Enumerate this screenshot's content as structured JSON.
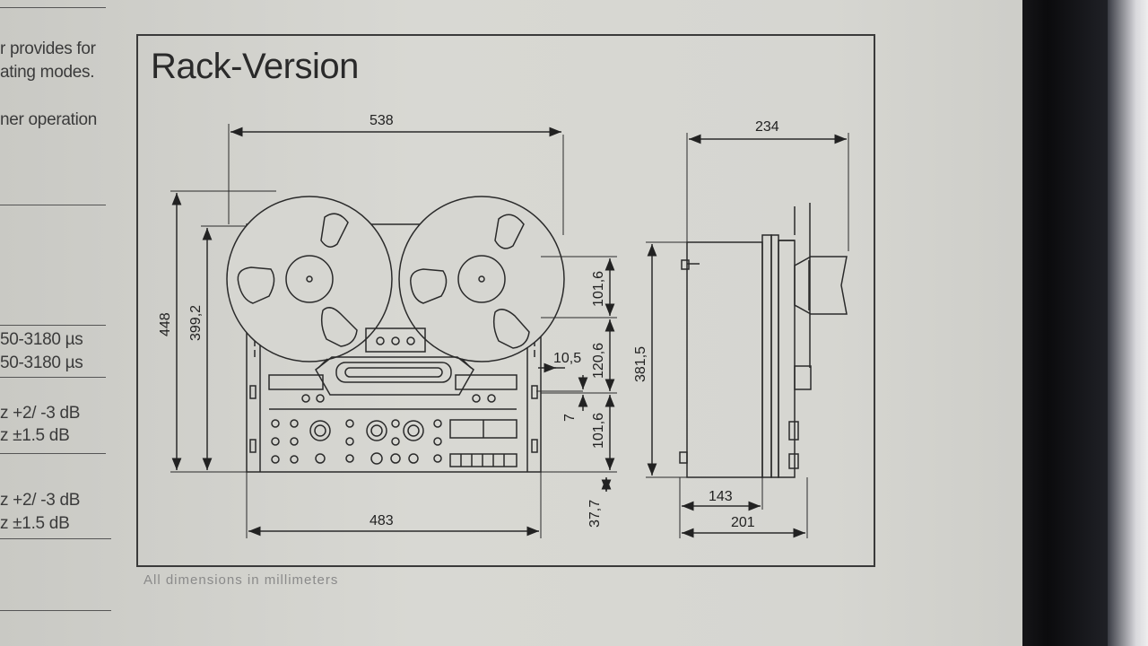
{
  "side_text": [
    "r provides for",
    "ating modes.",
    "ner operation",
    "50-3180 µs",
    "50-3180 µs",
    "z +2/ -3 dB",
    "z ±1.5 dB",
    "z +2/ -3 dB",
    "z ±1.5 dB"
  ],
  "diagram": {
    "title": "Rack-Version",
    "caption": "All dimensions in millimeters",
    "dimensions": {
      "top_width": "538",
      "bottom_width": "483",
      "height_outer": "448",
      "height_inner": "399,2",
      "seg_top": "101,6",
      "seg_middle": "120,6",
      "seg_lower": "101,6",
      "small_offset": "10,5",
      "small_gap": "7",
      "bottom_offset": "37,7",
      "side_depth_top": "234",
      "side_height": "381,5",
      "side_depth_inner": "143",
      "side_depth_outer": "201"
    }
  },
  "colors": {
    "screen": "#d6d6d1",
    "line": "#2a2a2a",
    "bezel": "#111114"
  }
}
